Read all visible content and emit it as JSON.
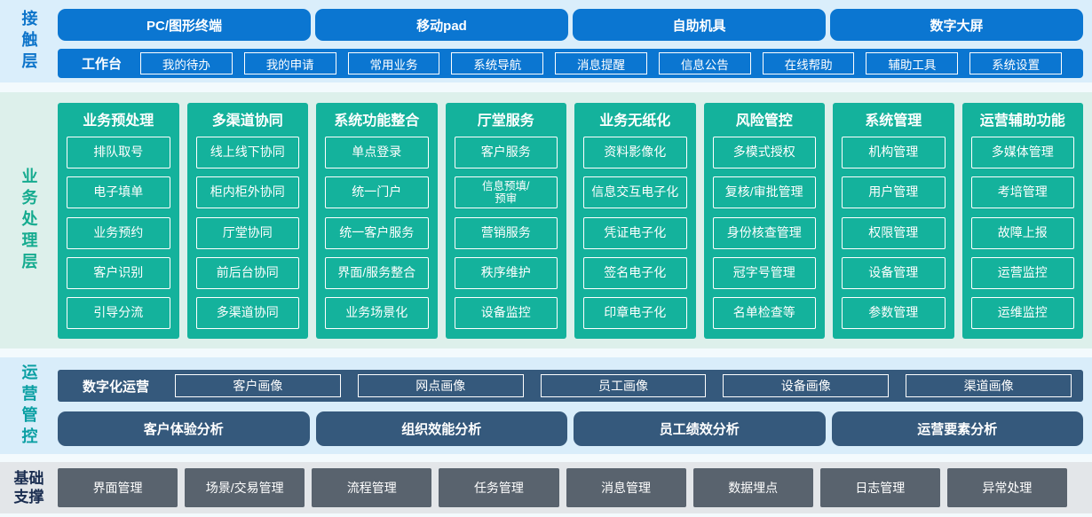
{
  "colors": {
    "blue": "#0b76d1",
    "teal": "#14b29c",
    "navy": "#35597c",
    "gray": "#59636e",
    "band1_bg": "#daeefb",
    "band2_bg": "#ddf0eb",
    "band3_bg": "#d9edfa",
    "band4_bg": "#e3e6e9",
    "contact_label_text": "#0d74ca",
    "business_label_text": "#15ab8f",
    "operations_label_text": "#0a9fa3",
    "foundation_label_text": "#1a2d50"
  },
  "contact": {
    "label": "接触层",
    "terminals": [
      "PC/图形终端",
      "移动pad",
      "自助机具",
      "数字大屏"
    ],
    "workbench": {
      "label": "工作台",
      "items": [
        "我的待办",
        "我的申请",
        "常用业务",
        "系统导航",
        "消息提醒",
        "信息公告",
        "在线帮助",
        "辅助工具",
        "系统设置"
      ]
    }
  },
  "business": {
    "label": "业务处理层",
    "columns": [
      {
        "title": "业务预处理",
        "items": [
          "排队取号",
          "电子填单",
          "业务预约",
          "客户识别",
          "引导分流"
        ]
      },
      {
        "title": "多渠道协同",
        "items": [
          "线上线下协同",
          "柜内柜外协同",
          "厅堂协同",
          "前后台协同",
          "多渠道协同"
        ]
      },
      {
        "title": "系统功能整合",
        "items": [
          "单点登录",
          "统一门户",
          "统一客户服务",
          "界面/服务整合",
          "业务场景化"
        ]
      },
      {
        "title": "厅堂服务",
        "items": [
          "客户服务",
          "信息预填/预审",
          "营销服务",
          "秩序维护",
          "设备监控"
        ]
      },
      {
        "title": "业务无纸化",
        "items": [
          "资料影像化",
          "信息交互电子化",
          "凭证电子化",
          "签名电子化",
          "印章电子化"
        ]
      },
      {
        "title": "风险管控",
        "items": [
          "多模式授权",
          "复核/审批管理",
          "身份核查管理",
          "冠字号管理",
          "名单检查等"
        ]
      },
      {
        "title": "系统管理",
        "items": [
          "机构管理",
          "用户管理",
          "权限管理",
          "设备管理",
          "参数管理"
        ]
      },
      {
        "title": "运营辅助功能",
        "items": [
          "多媒体管理",
          "考培管理",
          "故障上报",
          "运营监控",
          "运维监控"
        ]
      }
    ]
  },
  "operations": {
    "label": "运营管控",
    "digital": {
      "label": "数字化运营",
      "items": [
        "客户画像",
        "网点画像",
        "员工画像",
        "设备画像",
        "渠道画像"
      ]
    },
    "analysis": [
      "客户体验分析",
      "组织效能分析",
      "员工绩效分析",
      "运营要素分析"
    ]
  },
  "foundation": {
    "label": "基础支撑",
    "items": [
      "界面管理",
      "场景/交易管理",
      "流程管理",
      "任务管理",
      "消息管理",
      "数据埋点",
      "日志管理",
      "异常处理"
    ]
  }
}
